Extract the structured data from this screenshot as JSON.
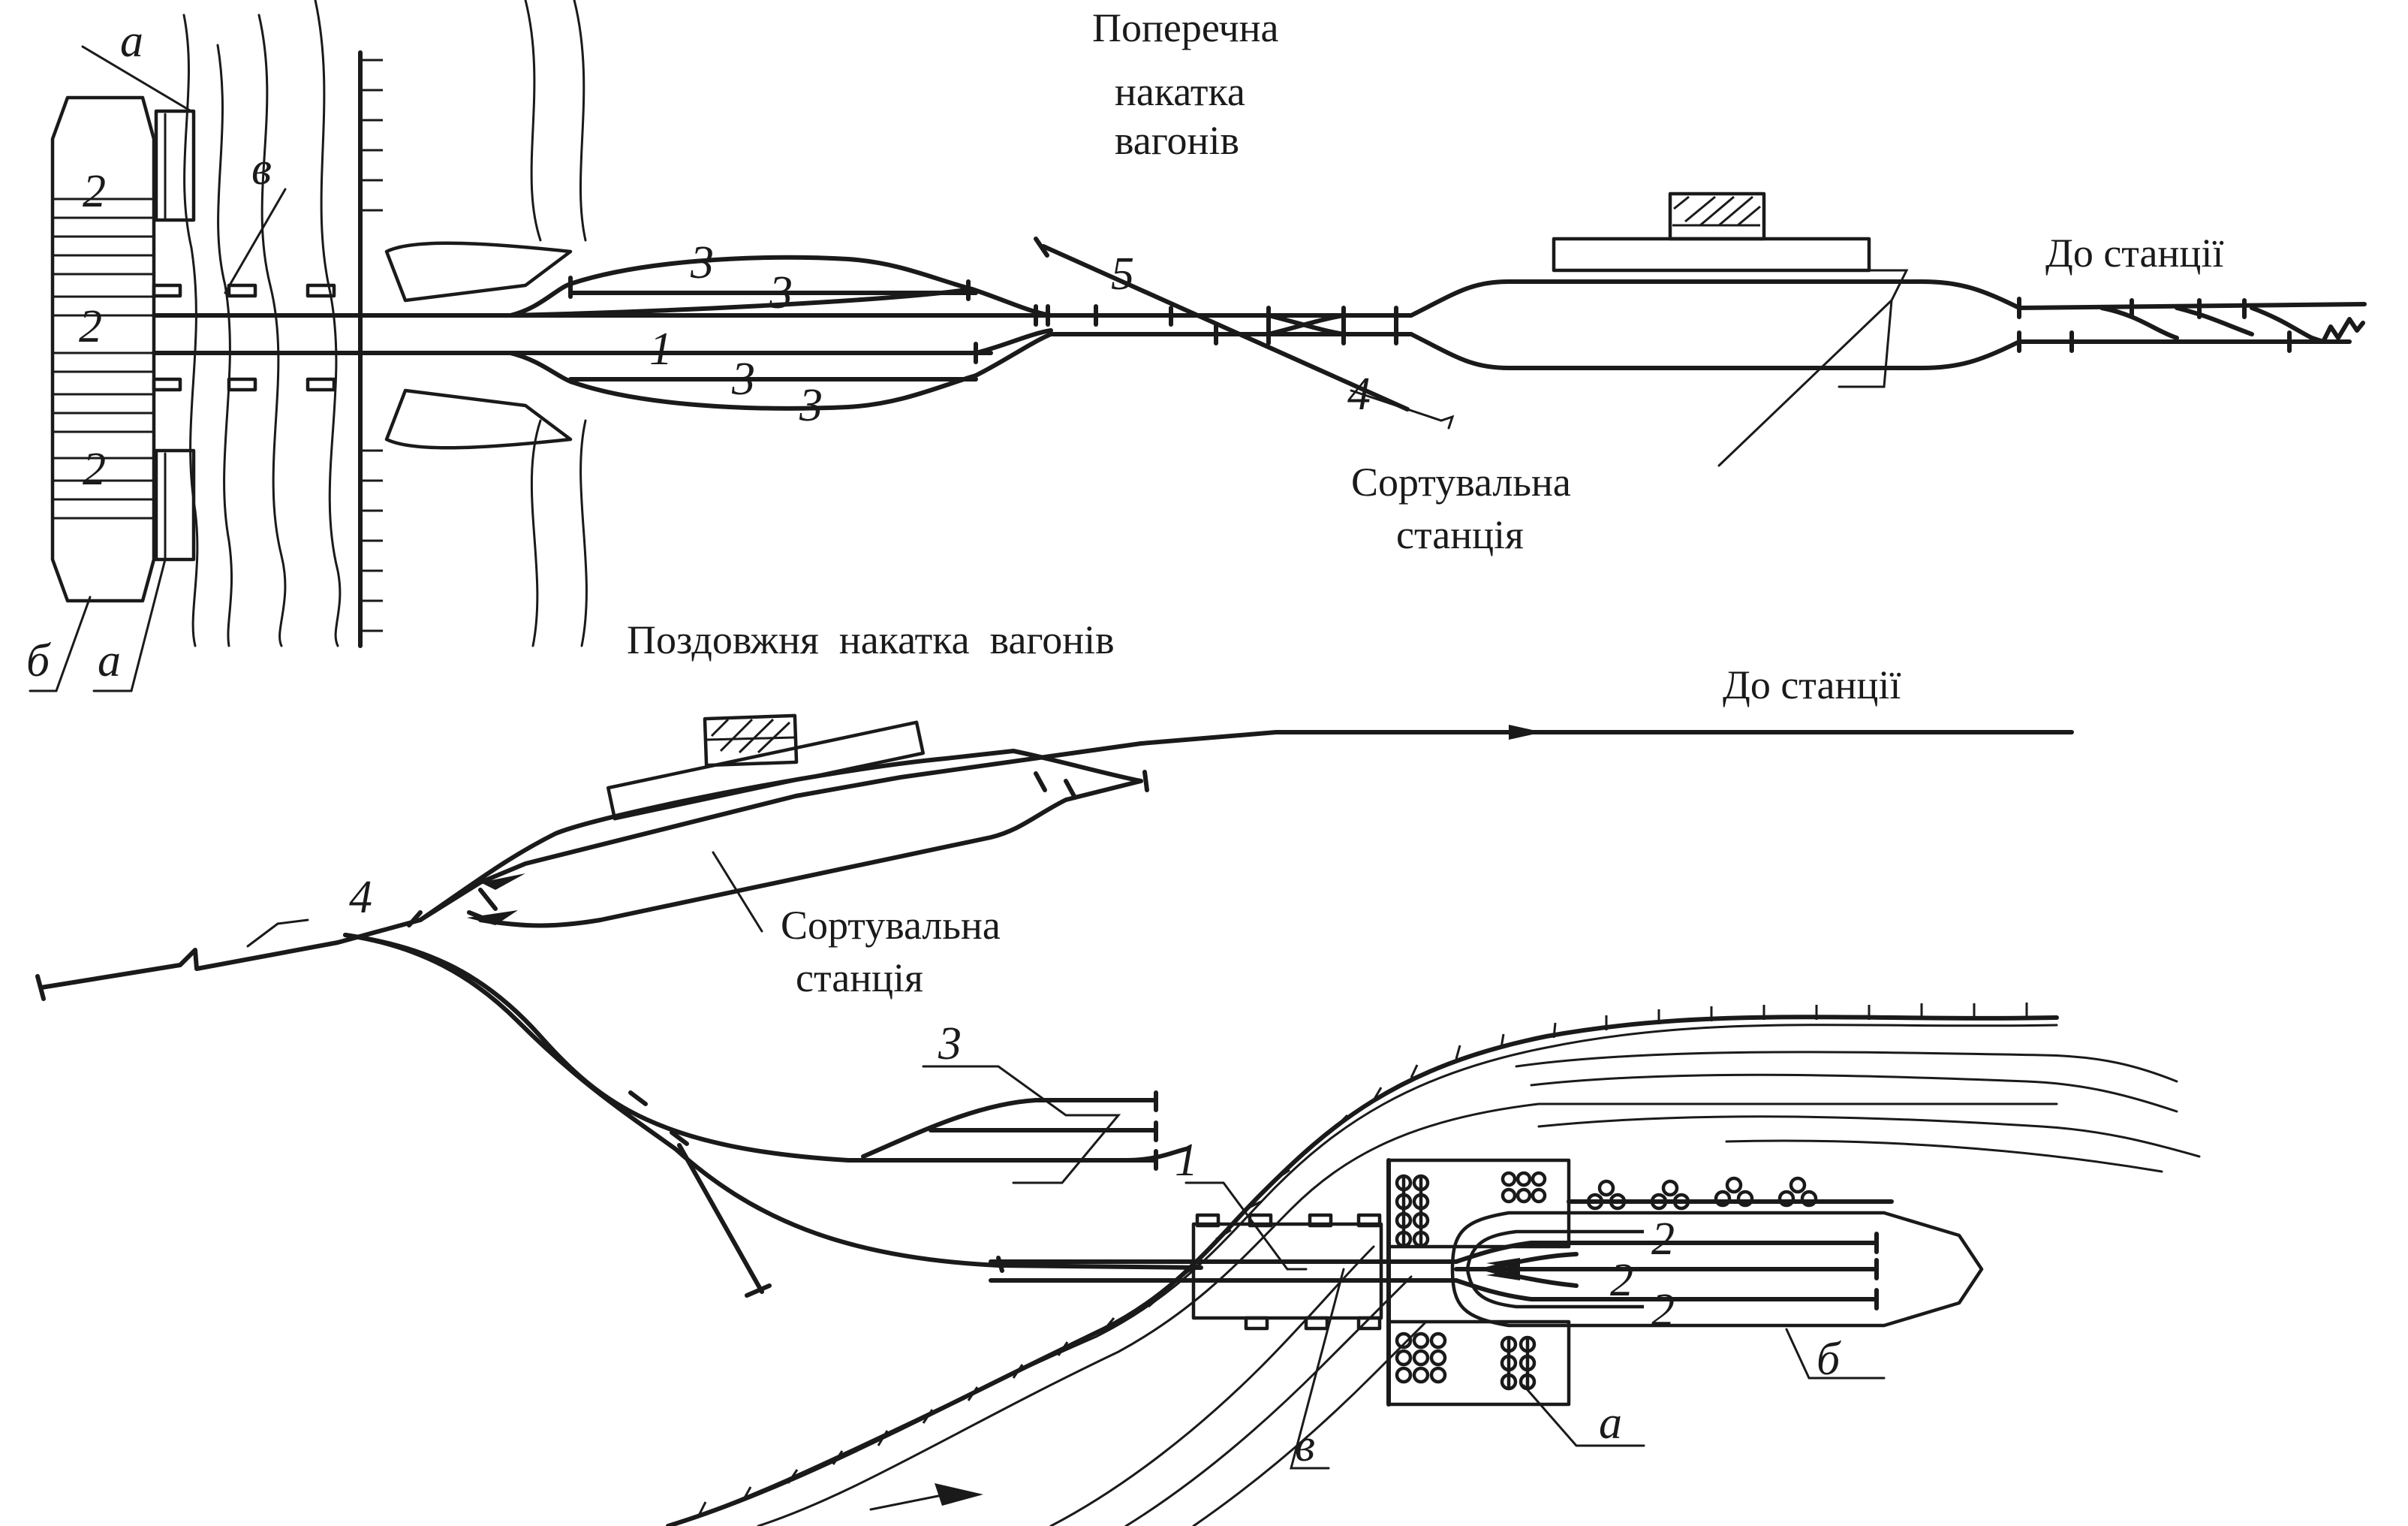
{
  "labels": {
    "transverse_title_1": "Поперечна",
    "transverse_title_2": "накатка",
    "transverse_title_3": "вагонів",
    "to_station_top": "До станції",
    "sorting_station_top_1": "Сортувальна",
    "sorting_station_top_2": "станція",
    "longitudinal_title": "Поздовжня  накатка  вагонів",
    "to_station_bottom": "До станції",
    "sorting_station_bottom_1": "Сортувальна",
    "sorting_station_bottom_2": "станція"
  },
  "callouts": {
    "top_a_upper": "а",
    "top_a_lower": "а",
    "top_b": "б",
    "top_v": "в",
    "top_2_upper": "2",
    "top_2_middle": "2",
    "top_2_lower": "2",
    "top_1": "1",
    "top_3_a": "3",
    "top_3_b": "3",
    "top_3_c": "3",
    "top_3_d": "3",
    "top_4": "4",
    "top_5": "5",
    "bottom_4": "4",
    "bottom_3": "3",
    "bottom_1": "1",
    "bottom_2_upper": "2",
    "bottom_2_middle": "2",
    "bottom_2_lower": "2",
    "bottom_b": "б",
    "bottom_a": "а",
    "bottom_v": "в"
  },
  "colors": {
    "ink": "#1a1a1a",
    "background": "#ffffff"
  }
}
